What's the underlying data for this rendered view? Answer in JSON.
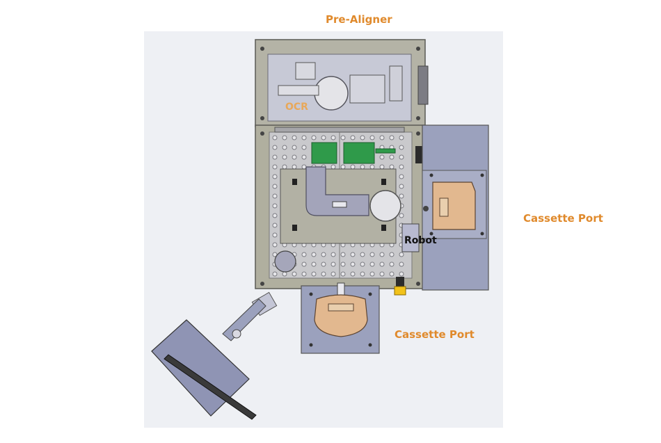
{
  "labels": {
    "pre_aligner": "Pre-Aligner",
    "cassette_port_right": "Cassette Port",
    "cassette_port_bottom": "Cassette Port",
    "robot": "Robot",
    "ocr": "OCR"
  },
  "colors": {
    "label_accent": "#e08a2c",
    "frame": "#a9a99a",
    "plate": "#c9c9cc",
    "panel_blue": "#9ba1bd",
    "cassette": "#e2b88f",
    "sensor_green": "#2f9a4a",
    "button_yellow": "#f2c21a"
  }
}
